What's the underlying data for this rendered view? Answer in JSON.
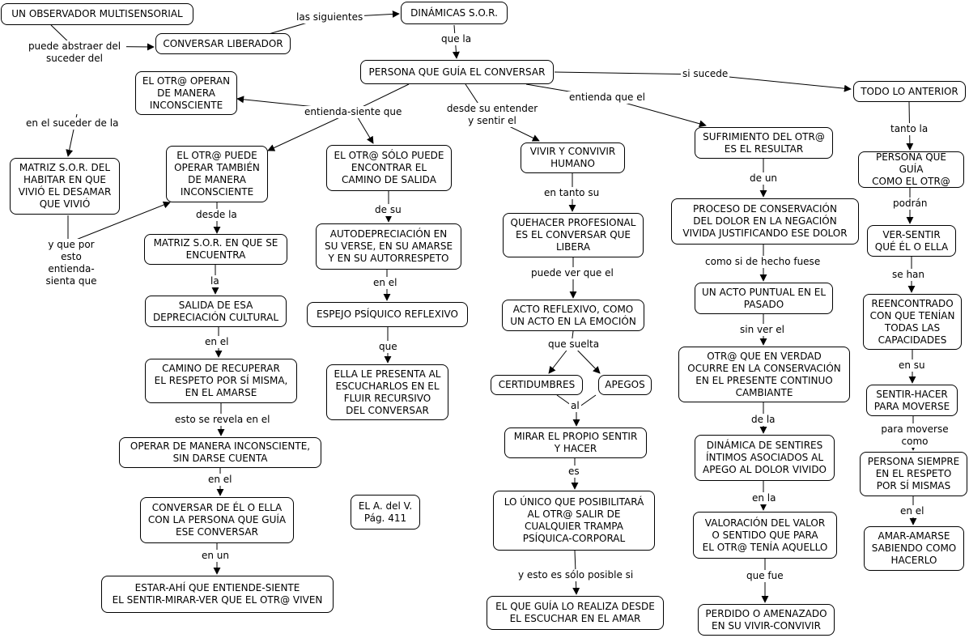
{
  "nodes": {
    "observador": "UN OBSERVADOR MULTISENSORIAL",
    "conversar_liberador": "CONVERSAR LIBERADOR",
    "dinamicas": "DINÁMICAS S.O.R.",
    "persona_guia": "PERSONA QUE GUÍA EL CONVERSAR",
    "otro_opera_inconsciente": "EL OTR@ OPERAN\nDE MANERA\nINCONSCIENTE",
    "todo_anterior": "TODO LO ANTERIOR",
    "matriz_habitar": "MATRIZ S.O.R. DEL\nHABITAR EN QUE\nVIVIÓ EL DESAMAR\nQUE VIVIÓ",
    "puede_operar": "EL OTR@ PUEDE\nOPERAR TAMBIÉN\nDE MANERA\nINCONSCIENTE",
    "solo_puede": "EL OTR@ SÓLO PUEDE\nENCONTRAR EL\nCAMINO DE SALIDA",
    "vivir_convivir": "VIVIR Y CONVIVIR\nHUMANO",
    "sufrimiento": "SUFRIMIENTO DEL OTR@\nES EL RESULTAR",
    "persona_guia_otro": "PERSONA QUE GUÍA\nCOMO EL OTR@",
    "matriz_encuentra": "MATRIZ S.O.R. EN QUE SE\nENCUENTRA",
    "autodepreciacion": "AUTODEPRECIACIÓN EN\nSU VERSE, EN SU AMARSE\nY EN SU AUTORRESPETO",
    "quehacer": "QUEHACER PROFESIONAL\nES EL CONVERSAR QUE\nLIBERA",
    "proceso": "PROCESO DE CONSERVACIÓN\nDEL DOLOR EN LA NEGACIÓN\nVIVIDA JUSTIFICANDO ESE DOLOR",
    "ver_sentir": "VER-SENTIR\nQUÉ ÉL O ELLA",
    "salida": "SALIDA DE ESA\nDEPRECIACIÓN CULTURAL",
    "espejo": "ESPEJO PSÍQUICO REFLEXIVO",
    "acto_reflexivo": "ACTO REFLEXIVO, COMO\nUN ACTO EN LA EMOCIÓN",
    "acto_puntual": "UN ACTO PUNTUAL EN EL\nPASADO",
    "reencontrado": "REENCONTRADO\nCON QUE TENÍAN\nTODAS LAS\nCAPACIDADES",
    "camino": "CAMINO DE RECUPERAR\nEL RESPETO POR SÍ MISMA,\nEN EL AMARSE",
    "ella_presenta": "ELLA LE PRESENTA AL\nESCUCHARLOS EN EL\nFLUIR RECURSIVO\nDEL CONVERSAR",
    "certidumbres": "CERTIDUMBRES",
    "apegos": "APEGOS",
    "otro_verdad": "OTR@ QUE EN VERDAD\nOCURRE EN LA CONSERVACIÓN\nEN EL PRESENTE CONTINUO\nCAMBIANTE",
    "sentir_hacer": "SENTIR-HACER\nPARA MOVERSE",
    "mirar": "MIRAR EL PROPIO SENTIR\nY HACER",
    "operar_inconsciente": "OPERAR DE MANERA INCONSCIENTE,\nSIN DARSE CUENTA",
    "dinamica_sentires": "DINÁMICA DE SENTIRES\nÍNTIMOS ASOCIADOS AL\nAPEGO AL DOLOR VIVIDO",
    "persona_siempre": "PERSONA SIEMPRE\nEN EL RESPETO\nPOR SÍ MISMAS",
    "lo_unico": "LO ÚNICO QUE POSIBILITARÁ\nAL OTR@ SALIR DE\nCUALQUIER TRAMPA\nPSÍQUICA-CORPORAL",
    "conversar_el": "CONVERSAR DE ÉL O ELLA\nCON LA PERSONA QUE GUÍA\nESE CONVERSAR",
    "ref": "EL A. del V.\nPág. 411",
    "amar_amarse": "AMAR-AMARSE\nSABIENDO COMO\nHACERLO",
    "valoracion": "VALORACIÓN DEL VALOR\nO SENTIDO QUE PARA\nEL OTR@ TENÍA AQUELLO",
    "estar_ahi": "ESTAR-AHÍ QUE ENTIENDE-SIENTE\nEL SENTIR-MIRAR-VER QUE EL OTR@ VIVEN",
    "el_que_guia": "EL QUE GUÍA LO REALIZA DESDE\nEL ESCUCHAR EN EL AMAR",
    "perdido": "PERDIDO O AMENAZADO\nEN SU VIVIR-CONVIVIR"
  },
  "links": {
    "puede_abstraer": "puede abstraer del\nsuceder del",
    "las_siguientes": "las siguientes",
    "que_la": "que la",
    "si_sucede": "si sucede",
    "entienda_siente_que": "entienda-siente que",
    "desde_su_entender": "desde su entender\ny sentir el",
    "entienda_que_el": "entienda que el",
    "en_el_suceder": "en el suceder de la",
    "tanto_la": "tanto la",
    "y_que_por": "y que por\nesto\nentienda-\nsienta que",
    "desde_la": "desde la",
    "de_su": "de su",
    "en_tanto_su": "en tanto su",
    "de_un": "de un",
    "podran": "podrán",
    "la": "la",
    "en_el_1": "en el",
    "puede_ver": "puede ver que el",
    "como_si": "como si de hecho fuese",
    "se_han": "se han",
    "en_el_2": "en el",
    "que": "que",
    "que_suelta": "que suelta",
    "sin_ver_el": "sin ver el",
    "en_su": "en su",
    "esto_se_revela": "esto se revela en el",
    "al": "al",
    "de_la": "de la",
    "para_moverse": "para moverse\ncomo",
    "en_el_3": "en el",
    "es": "es",
    "en_la": "en la",
    "en_el_4": "en el",
    "en_un": "en un",
    "que_fue": "que fue",
    "y_esto": "y esto es sólo posible si"
  }
}
